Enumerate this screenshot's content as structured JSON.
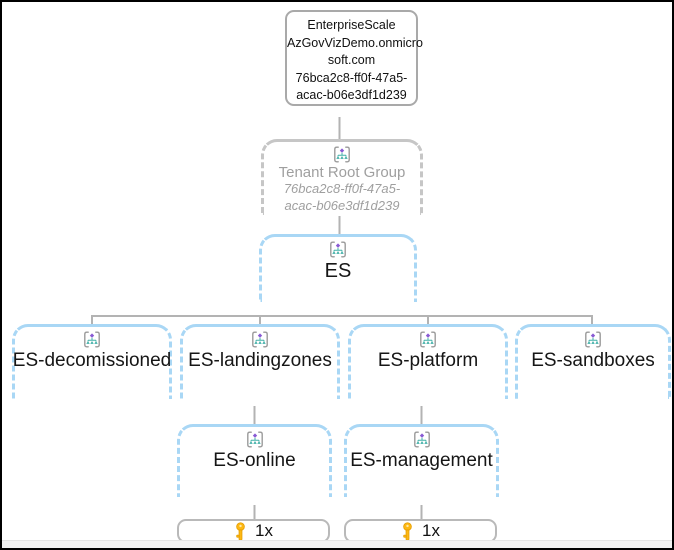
{
  "summary_box": {
    "line1": "EnterpriseScale",
    "line2": "AzGovVizDemo.onmicro",
    "line3": "soft.com",
    "line4": "76bca2c8-ff0f-47a5-",
    "line5": "acac-b06e3df1d239"
  },
  "hierarchy": {
    "tenant_root_group": {
      "label": "Tenant Root Group",
      "guid_line1": "76bca2c8-ff0f-47a5-",
      "guid_line2": "acac-b06e3df1d239"
    },
    "root": {
      "label": "ES"
    },
    "level2": [
      {
        "label": "ES-decomissioned"
      },
      {
        "label": "ES-landingzones"
      },
      {
        "label": "ES-platform"
      },
      {
        "label": "ES-sandboxes"
      }
    ],
    "level3": [
      {
        "label": "ES-online"
      },
      {
        "label": "ES-management"
      }
    ],
    "subscription_counts": [
      {
        "label": "1x"
      },
      {
        "label": "1x"
      }
    ]
  },
  "icons": {
    "management_group": "management-group-icon",
    "subscription_key": "key-icon"
  },
  "colors": {
    "mg_accent": "#a9d7f5",
    "gray_border": "#b9b9b9",
    "muted_text": "#9f9f9f",
    "connector": "#b3b3b3",
    "key_gold": "#FDB813",
    "key_outline": "#E49C00",
    "icon_purple": "#8a5bd4",
    "icon_teal": "#43b1a9",
    "icon_bracket_gray": "#9b9b9b"
  }
}
